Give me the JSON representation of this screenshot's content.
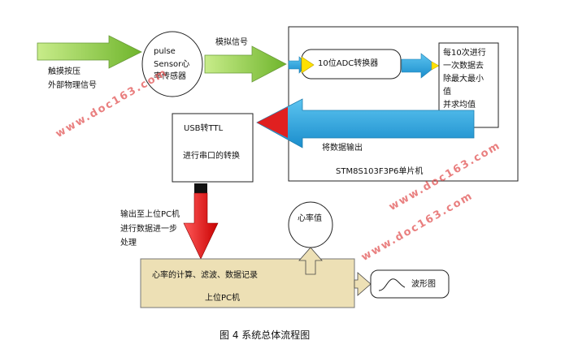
{
  "input": {
    "line1": "触摸按压",
    "line2": "外部物理信号"
  },
  "sensor": {
    "line1": "pulse",
    "line2": "Sensor心",
    "line3": "率传感器"
  },
  "analog_signal_label": "模拟信号",
  "adc_label": "10位ADC转换器",
  "process": {
    "line1": "每10次进行",
    "line2": "一次数据去",
    "line3": "除最大最小",
    "line4": "值",
    "line5": "并求均值"
  },
  "data_out_label": "将数据输出",
  "mcu_label": "STM8S103F3P6单片机",
  "usb": {
    "line1": "USB转TTL",
    "line2": "进行串口的转换"
  },
  "upload": {
    "line1": "输出至上位PC机",
    "line2": "进行数据进一步",
    "line3": "处理"
  },
  "heart_rate_label": "心率值",
  "pc": {
    "line1": "心率的计算、滤波、数据记录",
    "line2": "上位PC机"
  },
  "waveform_label": "波形图",
  "caption": "图 4  系统总体流程图",
  "watermark": "www.doc163.com",
  "colors": {
    "green": "#8cc63f",
    "blue": "#29a3dd",
    "red": "#e02020",
    "yellow": "#ffe100",
    "pc_fill": "#ede0b5"
  }
}
